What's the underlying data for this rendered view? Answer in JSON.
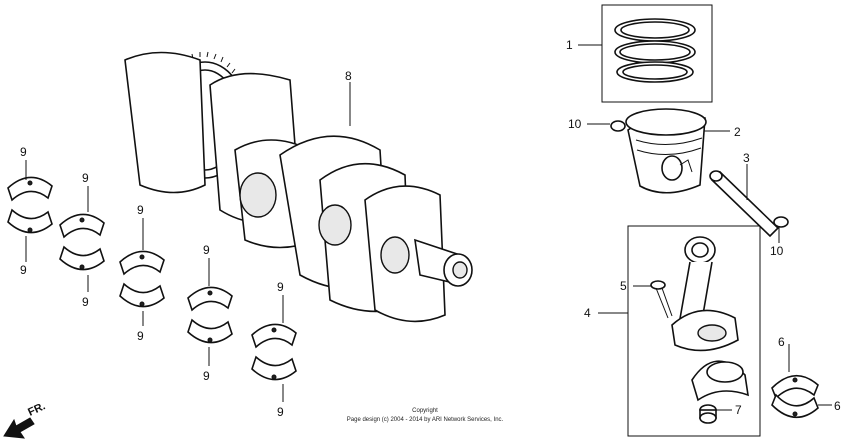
{
  "callouts": {
    "c1": "1",
    "c2": "2",
    "c3": "3",
    "c4": "4",
    "c5": "5",
    "c6a": "6",
    "c6b": "6",
    "c7": "7",
    "c8": "8",
    "c9": [
      "9",
      "9",
      "9",
      "9",
      "9",
      "9",
      "9",
      "9",
      "9",
      "9"
    ],
    "c10a": "10",
    "c10b": "10"
  },
  "direction_label": "FR.",
  "copyright": {
    "line1": "Copyright",
    "line2": "Page design (c) 2004 - 2014 by ARI Network Services, Inc."
  },
  "icons": {
    "direction": "front-direction-arrow-icon"
  }
}
